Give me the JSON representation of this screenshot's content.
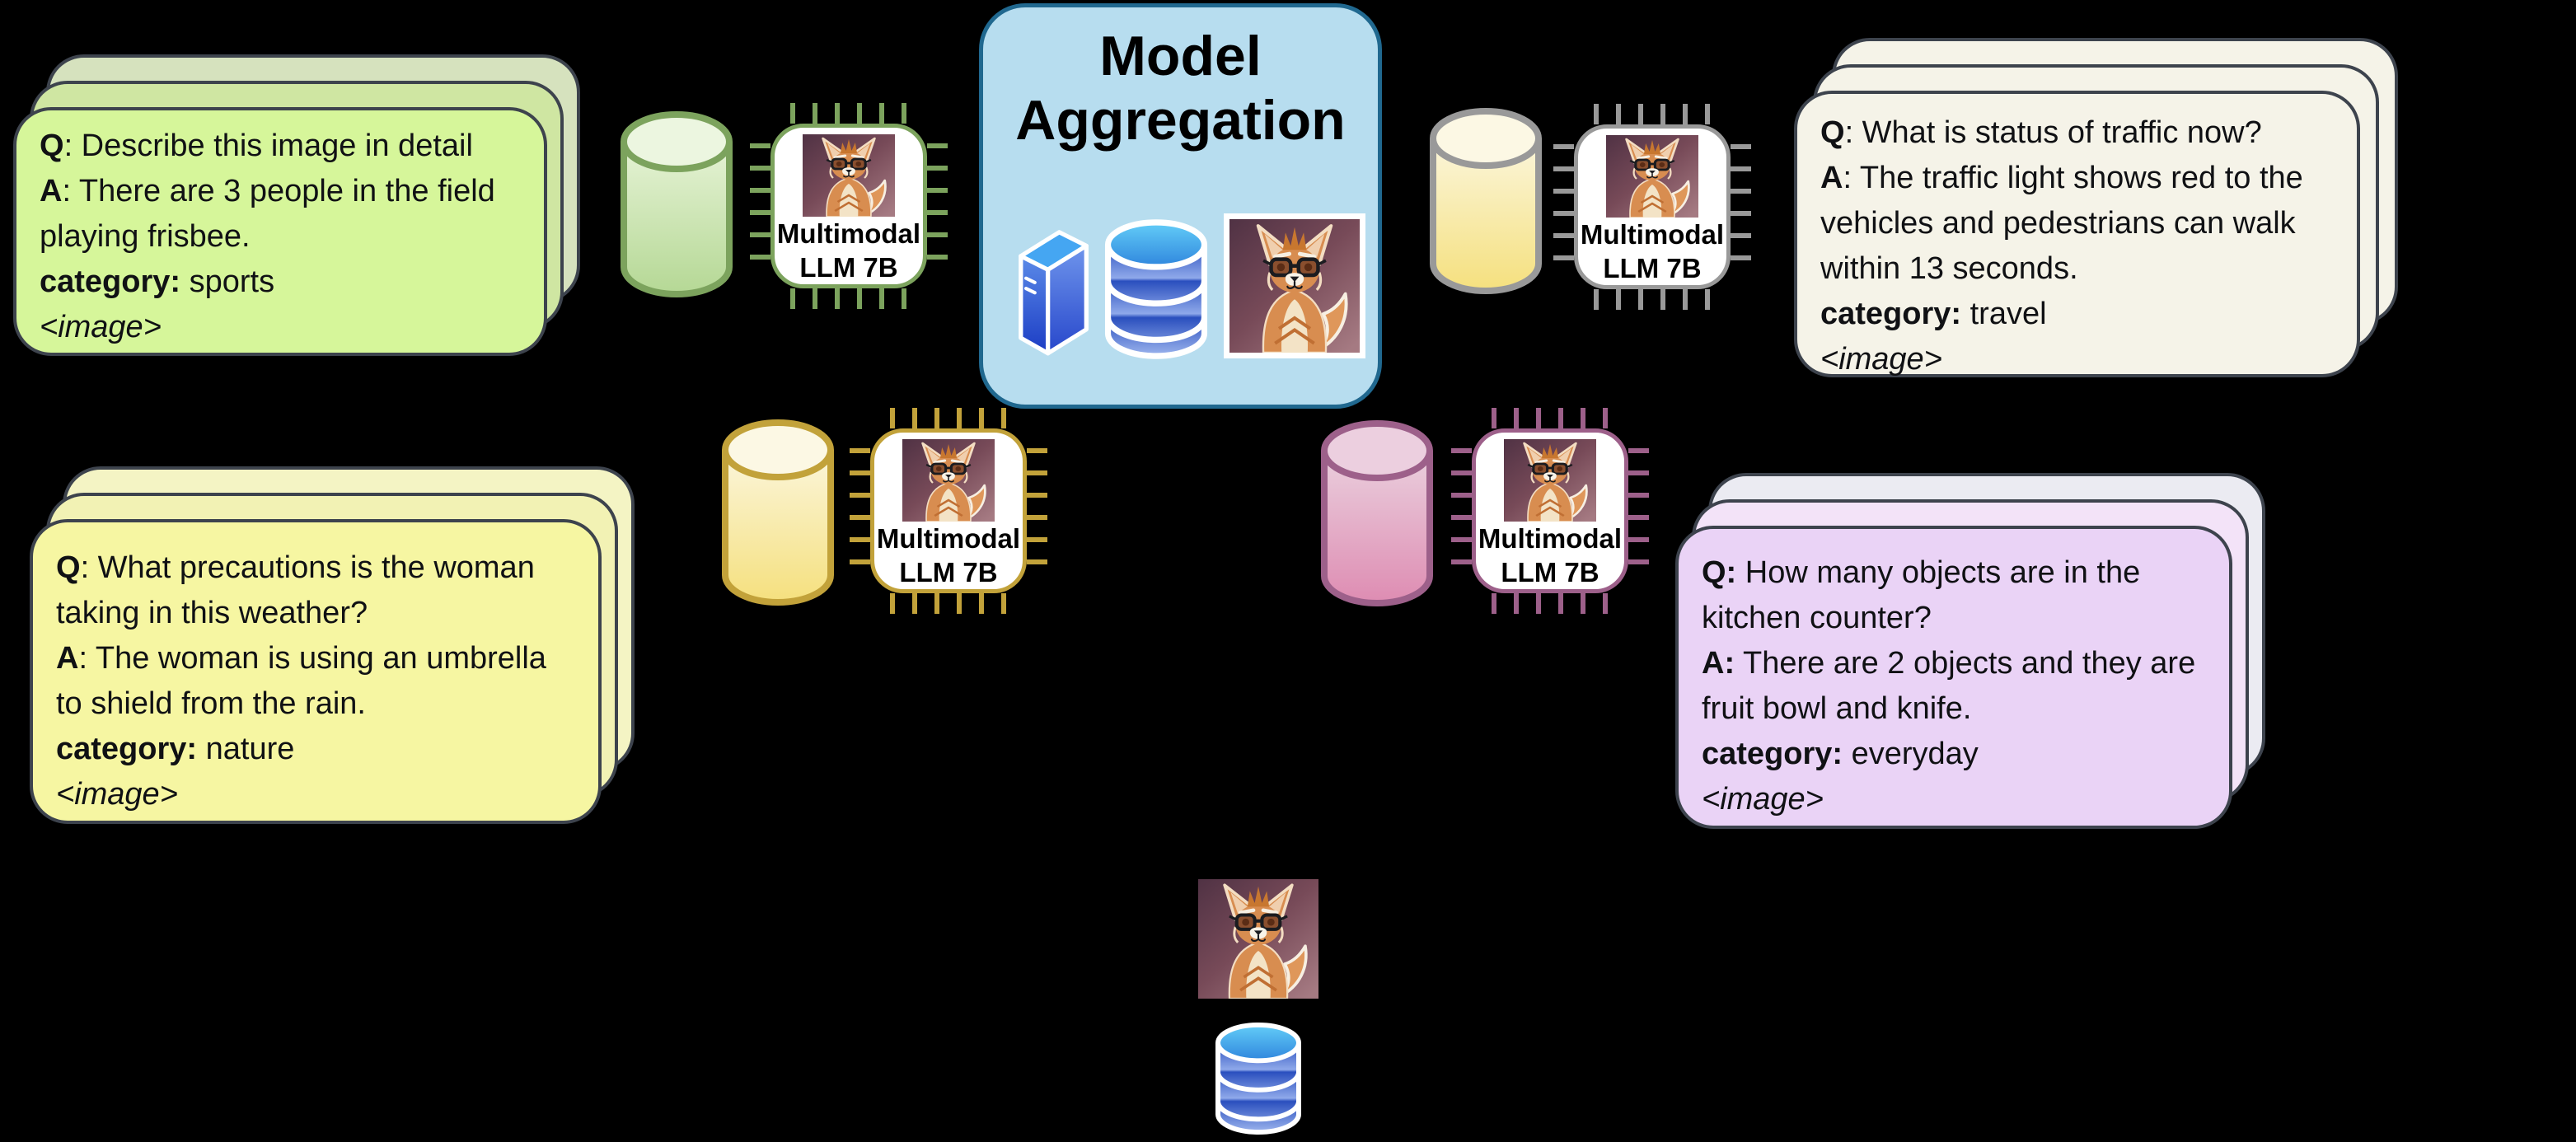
{
  "aggregation": {
    "title_line1": "Model",
    "title_line2": "Aggregation"
  },
  "chip": {
    "line1": "Multimodal",
    "line2": "LLM 7B"
  },
  "cards": {
    "sports": {
      "q_label": "Q",
      "q_text": ": Describe this image in detail",
      "a_label": "A",
      "a_text": ": There are 3 people in the field playing frisbee.",
      "category_label": "category:",
      "category_text": " sports",
      "image_token": "<image>",
      "fill": "#d6f69a"
    },
    "nature": {
      "q_label": "Q",
      "q_text": ": What precautions is the woman taking in this weather?",
      "a_label": "A",
      "a_text": ": The woman is using an umbrella to shield from the rain.",
      "category_label": "category:",
      "category_text": " nature",
      "image_token": "<image>",
      "fill": "#f6f6a2"
    },
    "travel": {
      "q_label": "Q",
      "q_text": ": What is status of traffic now?",
      "a_label": "A",
      "a_text": ": The traffic light shows red to the vehicles and pedestrians can walk within 13 seconds.",
      "category_label": "category:",
      "category_text": " travel",
      "image_token": "<image>",
      "fill": "#f5f3e8"
    },
    "everyday": {
      "q_label": "Q:",
      "q_text": " How many objects are in the kitchen counter?",
      "a_label": "A:",
      "a_text": " There are 2 objects and they are fruit bowl and knife.",
      "category_label": "category:",
      "category_text": " everyday",
      "image_token": "<image>",
      "fill": "#ead3f6"
    }
  },
  "icons": {
    "llama": "llama-avatar",
    "server": "server-tower-icon",
    "database": "database-icon",
    "chip": "processor-chip-icon",
    "cylinder": "data-cylinder-icon"
  },
  "colors": {
    "background": "#000000",
    "aggregation_fill": "#b7ddef",
    "aggregation_border": "#20688f",
    "card_border": "#3d434d",
    "green_accent": "#7ca35d",
    "gray_accent": "#999999",
    "gold_accent": "#c2a23a",
    "mauve_accent": "#9d608a",
    "db_blue_dark": "#2a4fbe",
    "db_blue_light": "#9db5ee",
    "db_top_blue": "#63cdf8"
  }
}
